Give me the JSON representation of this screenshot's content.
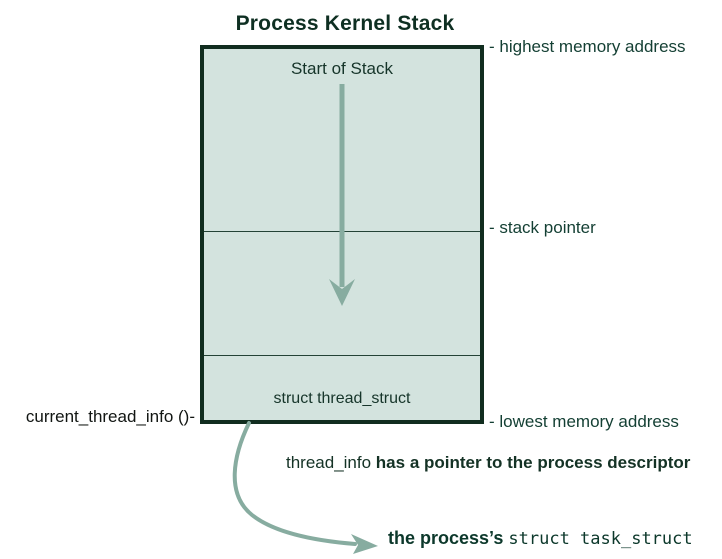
{
  "title": "Process Kernel Stack",
  "stack_box": {
    "start_label": "Start of Stack",
    "bottom_label": "struct thread_struct"
  },
  "annotations": {
    "highest_memory": "- highest memory address",
    "stack_pointer": "- stack pointer",
    "lowest_memory": "- lowest memory address",
    "current_thread_info": "current_thread_info ()-",
    "pointer_note_plain": "thread_info",
    "pointer_note_bold": " has a pointer to the process descriptor",
    "task_struct_bold": "the process’s ",
    "task_struct_mono": "struct task_struct"
  },
  "colors": {
    "box_border": "#112d1f",
    "box_fill": "#d3e3de",
    "arrow_sage": "#87aca0",
    "title_green": "#0e2f22",
    "label_green": "#133f33"
  }
}
